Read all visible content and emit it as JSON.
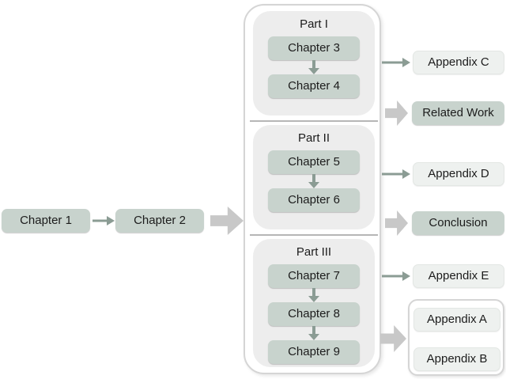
{
  "colors": {
    "node_fill": "#c8d3cd",
    "light_fill": "#eef1ef",
    "section_fill": "#ededed",
    "arrow_green": "#8b9c94",
    "arrow_gray": "#c8c8c8",
    "border_gray": "#d5d5d5",
    "text": "#1c1c1c"
  },
  "flow": {
    "chapter1": "Chapter 1",
    "chapter2": "Chapter 2"
  },
  "parts": [
    {
      "title": "Part I",
      "chapters": [
        "Chapter 3",
        "Chapter 4"
      ]
    },
    {
      "title": "Part II",
      "chapters": [
        "Chapter 5",
        "Chapter 6"
      ]
    },
    {
      "title": "Part III",
      "chapters": [
        "Chapter 7",
        "Chapter 8",
        "Chapter 9"
      ]
    }
  ],
  "right_column": {
    "appendix_c": "Appendix C",
    "related_work": "Related Work",
    "appendix_d": "Appendix D",
    "conclusion": "Conclusion",
    "appendix_e": "Appendix E",
    "appendix_a": "Appendix A",
    "appendix_b": "Appendix B"
  }
}
